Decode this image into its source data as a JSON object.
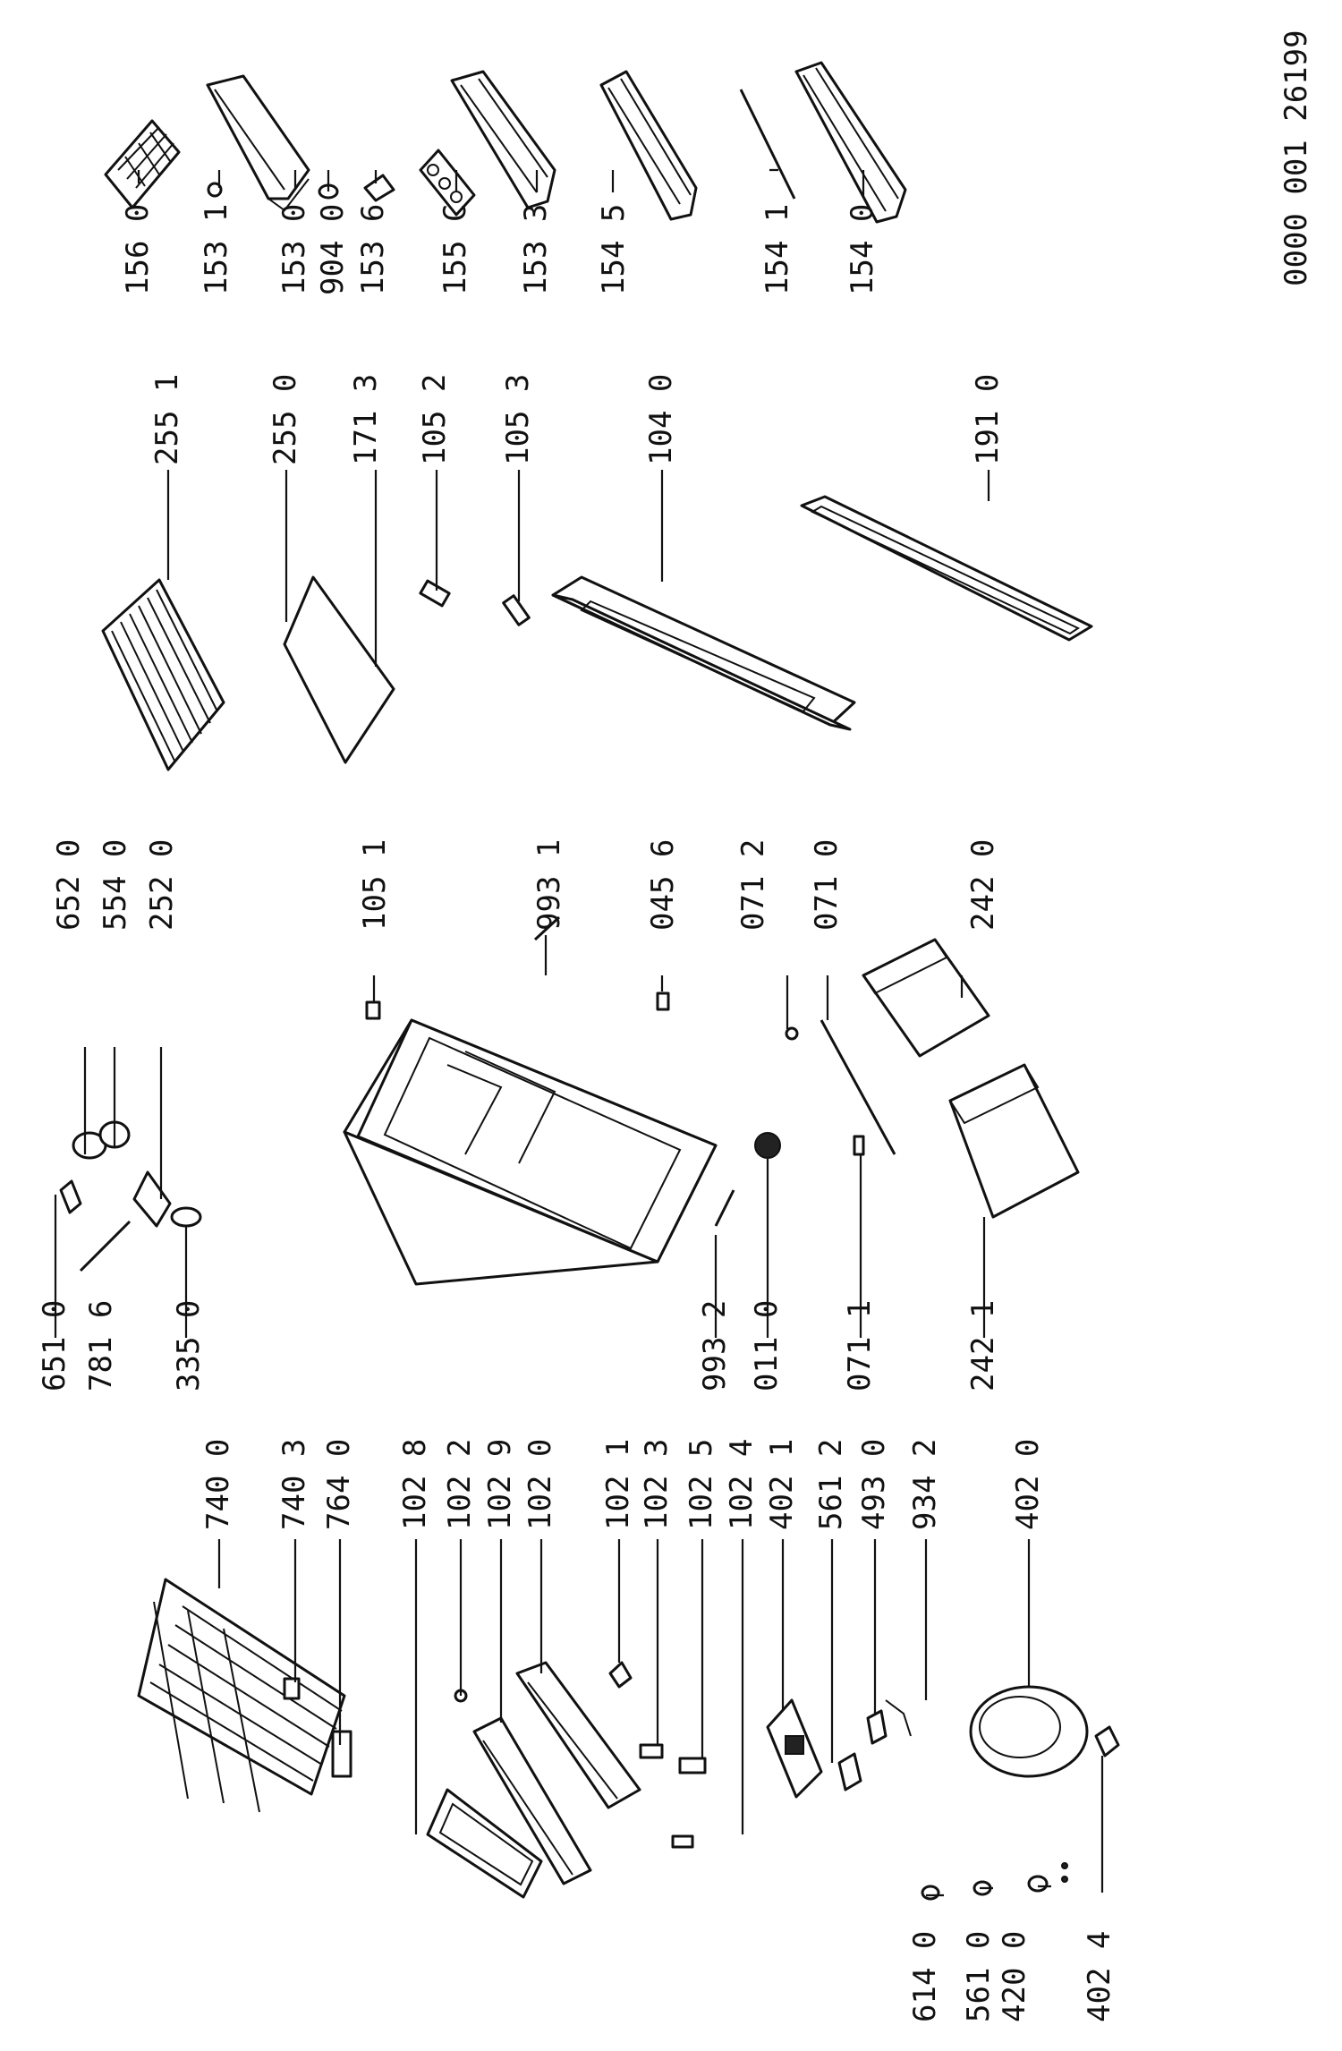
{
  "drawing_number": "0000 001 26199",
  "column_door_accessories": [
    "156 0",
    "153 1",
    "153 0",
    "904 0",
    "153 6",
    "155 C",
    "153 3",
    "154 5",
    "154 1",
    "154 0"
  ],
  "column_shelves_door": [
    "255 1",
    "255 0",
    "171 3",
    "105 2",
    "105 3",
    "104 0",
    "191 0"
  ],
  "column_cabinet_top": [
    "652 0",
    "554 0",
    "252 0",
    "105 1",
    "993 1",
    "045 6",
    "071 2",
    "071 0",
    "242 0"
  ],
  "column_cabinet_bottom": [
    "651 0",
    "781 6",
    "335 0",
    "993 2",
    "011 0",
    "071 1",
    "242 1"
  ],
  "column_cooling_top": [
    "740 0",
    "740 3",
    "764 0",
    "102 8",
    "102 2",
    "102 9",
    "102 0",
    "102 1",
    "102 3",
    "102 5",
    "102 4",
    "402 1",
    "561 2",
    "493 0",
    "934 2",
    "402 0"
  ],
  "column_cooling_bottom": [
    "614 0",
    "561 0",
    "420 0",
    "402 4"
  ]
}
